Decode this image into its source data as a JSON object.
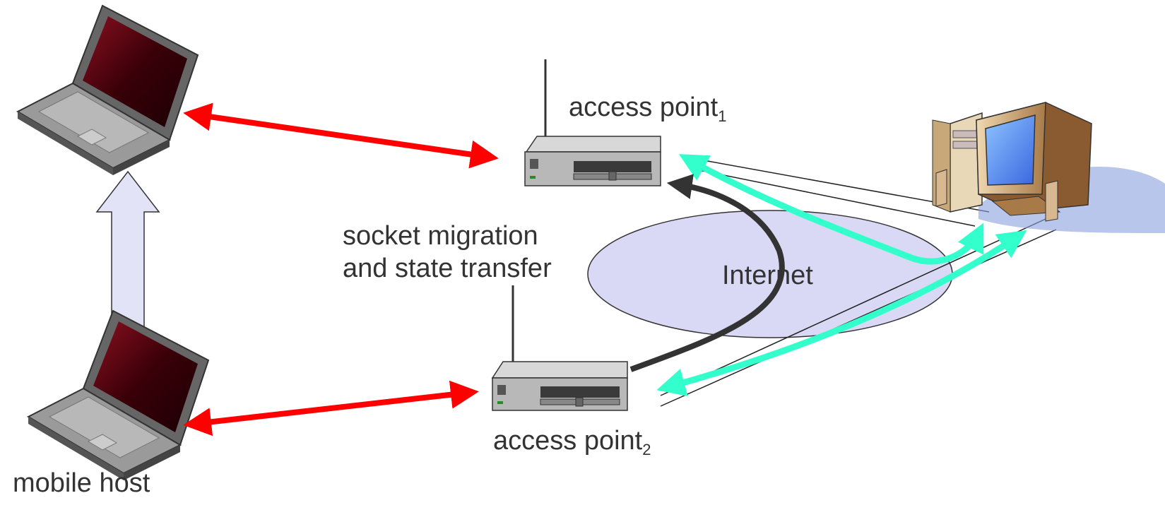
{
  "labels": {
    "access_point_1": "access point",
    "access_point_1_sub": "1",
    "access_point_2": "access point",
    "access_point_2_sub": "2",
    "internet": "Internet",
    "migration_line1": "socket migration",
    "migration_line2": "and state transfer",
    "mobile_host": "mobile host"
  },
  "colors": {
    "wireless_link": "#ff0000",
    "data_flow": "#33ffcc",
    "state_transfer": "#333333",
    "internet_cloud": "#d9d9f5",
    "move_arrow": "#e3e3f8"
  },
  "icons": {
    "laptop_top": "laptop-icon",
    "laptop_bottom": "laptop-icon",
    "ap1": "access-point-icon",
    "ap2": "access-point-icon",
    "server": "desktop-computer-icon"
  }
}
